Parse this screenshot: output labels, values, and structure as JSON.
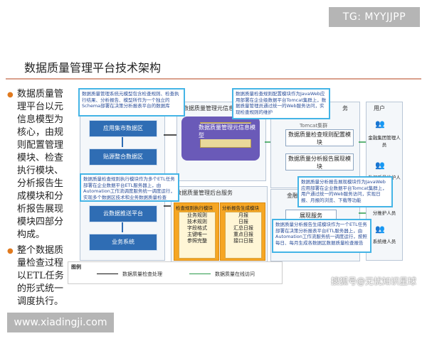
{
  "overlay_tag": "TG: MYYJJPP",
  "title": "数据质量管理平台技术架构",
  "bullets": [
    "数据质量管理平台以元信息模型为核心，由规则配置管理模块、检查执行模块、分析报告生成模块和分析报告展现模块四部分构成。",
    "整个数据质量检查过程以ETL任务的形式统一调度执行。"
  ],
  "left_panel": {
    "boxes": [
      "应用集市数据区",
      "贴源整合数据区",
      "云数据推送平台",
      "业务系统"
    ]
  },
  "center_top": {
    "title": "数据质量管理元信息",
    "model_label": "数据质量管理元信息模型"
  },
  "right_top_panel": {
    "title": "务",
    "tomcat": "Tomcat集群",
    "boxes": [
      "数据质量检查规则配置模块",
      "数据质量分析报告展现模块"
    ]
  },
  "backend": {
    "title": "数据质量管理后台服务",
    "left_group": "检查规则执行模块",
    "right_group": "分析报告生成模块",
    "left_items": [
      "业务规则",
      "技术规则",
      "字段格式",
      "主键唯一",
      "参照完整"
    ],
    "right_items": [
      "月报",
      "日报",
      "汇总日报",
      "重点日报",
      "接口日报"
    ]
  },
  "right_mid": {
    "title": "金融",
    "box": "展现服务"
  },
  "users_panel": {
    "title": "用户",
    "users": [
      "金融集团管理人员",
      "数据质量维护人员",
      "分推护人员",
      "系统维人员"
    ]
  },
  "callouts": [
    "数据质量管理系统元模型包含检查规则、检查执行结果、分析报告、模型所作为一个独立的Schema部署在决策分析报表平台的数据库",
    "数据质量检查规则配置模块作为JavaWeb应用部署在企业级数据平台Tomcat集群上，数据质量管理员通过统一的Web服务访问，实现检查规则的维护",
    "数据质量检查规则执行模块作为多个ETL任务部署在企业数据平台ETL服务器上，由Automation工作流调度服务统一调度运行，实现多个数据区技术和业务数据质量检查",
    "数据质量分析报告展现模块作为JavaWeb应用部署在企业数据平台Tomcat集群上，用户通过统一的Web服务访问，实现日报、月报的浏览、下载等功能",
    "数据质量分析报告生成模块作为一个ETL任务部署在决策分析报表平台ETL服务器上，由Automation工作流服务统一调度运行，按照每日、每月生成各数据区数据质量检查报告"
  ],
  "legend": {
    "title": "图例",
    "items": [
      "数据质量检查处理",
      "数据质量在线访问"
    ]
  },
  "watermark": "搜狐号@无忧知识星球",
  "bottom_tag": "www.xiadingji.com",
  "colors": {
    "accent_orange": "#e07a1f",
    "box_blue": "#2f6db4",
    "callout_border": "#44b4e6",
    "model_purple": "#6a5ab8",
    "check_orange": "#f6a623"
  }
}
